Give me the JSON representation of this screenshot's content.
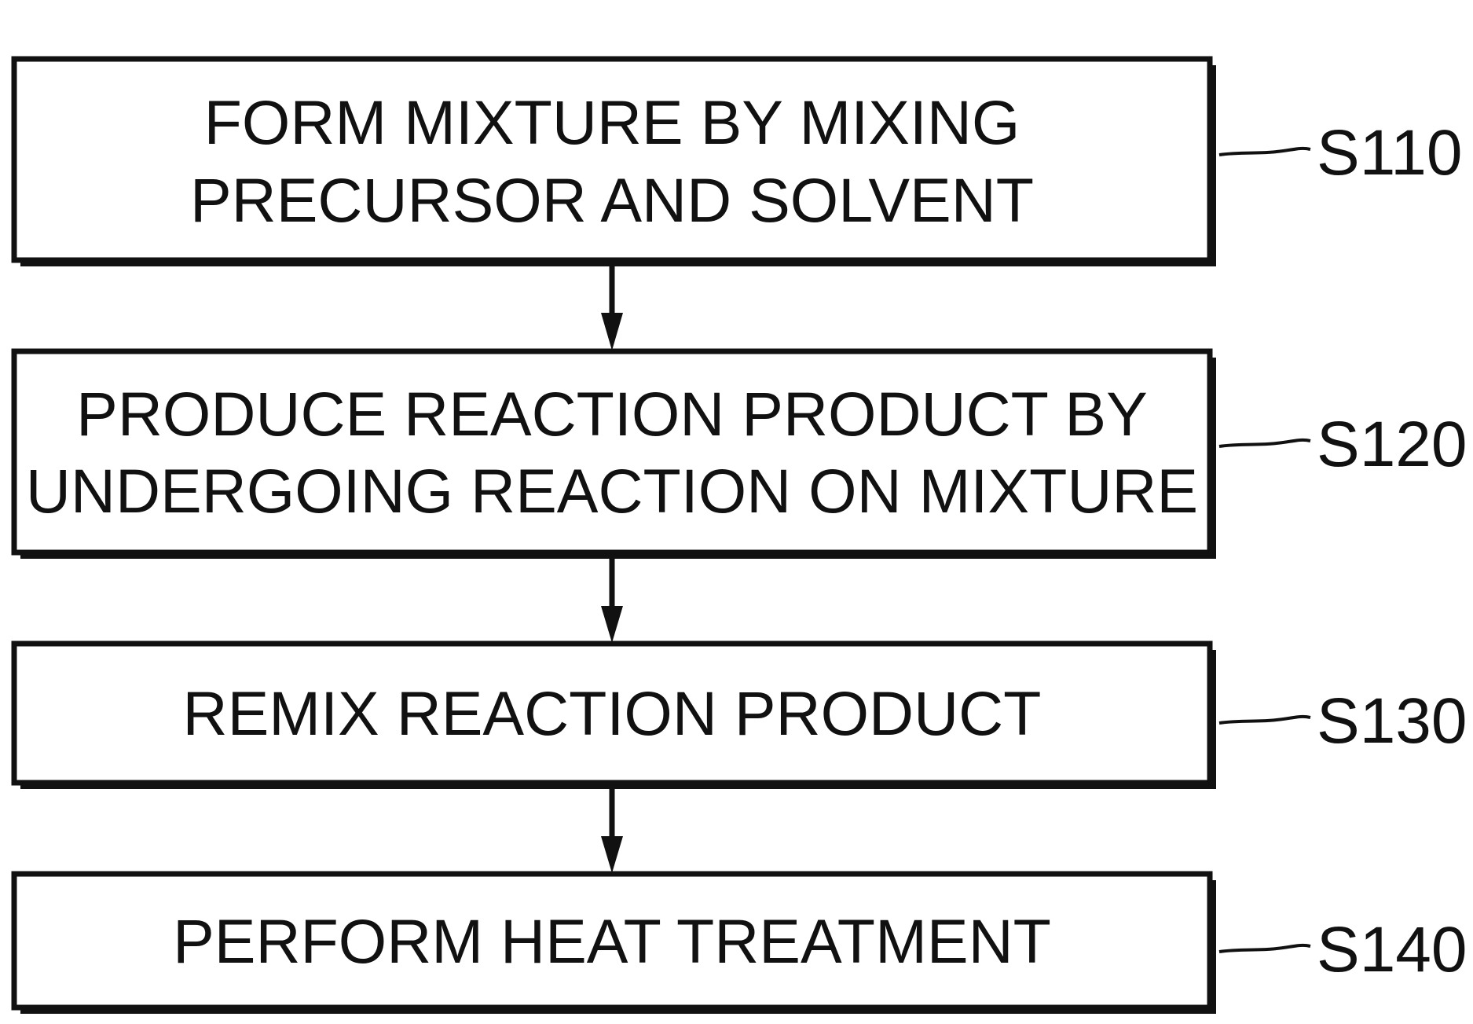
{
  "steps": [
    {
      "id": "S110",
      "label": "S110",
      "lines": [
        "FORM MIXTURE BY MIXING",
        "PRECURSOR AND SOLVENT"
      ]
    },
    {
      "id": "S120",
      "label": "S120",
      "lines": [
        "PRODUCE REACTION PRODUCT BY",
        "UNDERGOING REACTION ON MIXTURE"
      ]
    },
    {
      "id": "S130",
      "label": "S130",
      "lines": [
        "REMIX REACTION PRODUCT"
      ]
    },
    {
      "id": "S140",
      "label": "S140",
      "lines": [
        "PERFORM HEAT TREATMENT"
      ]
    }
  ],
  "colors": {
    "stroke": "#111111",
    "shadow": "#111111",
    "background": "#ffffff"
  }
}
